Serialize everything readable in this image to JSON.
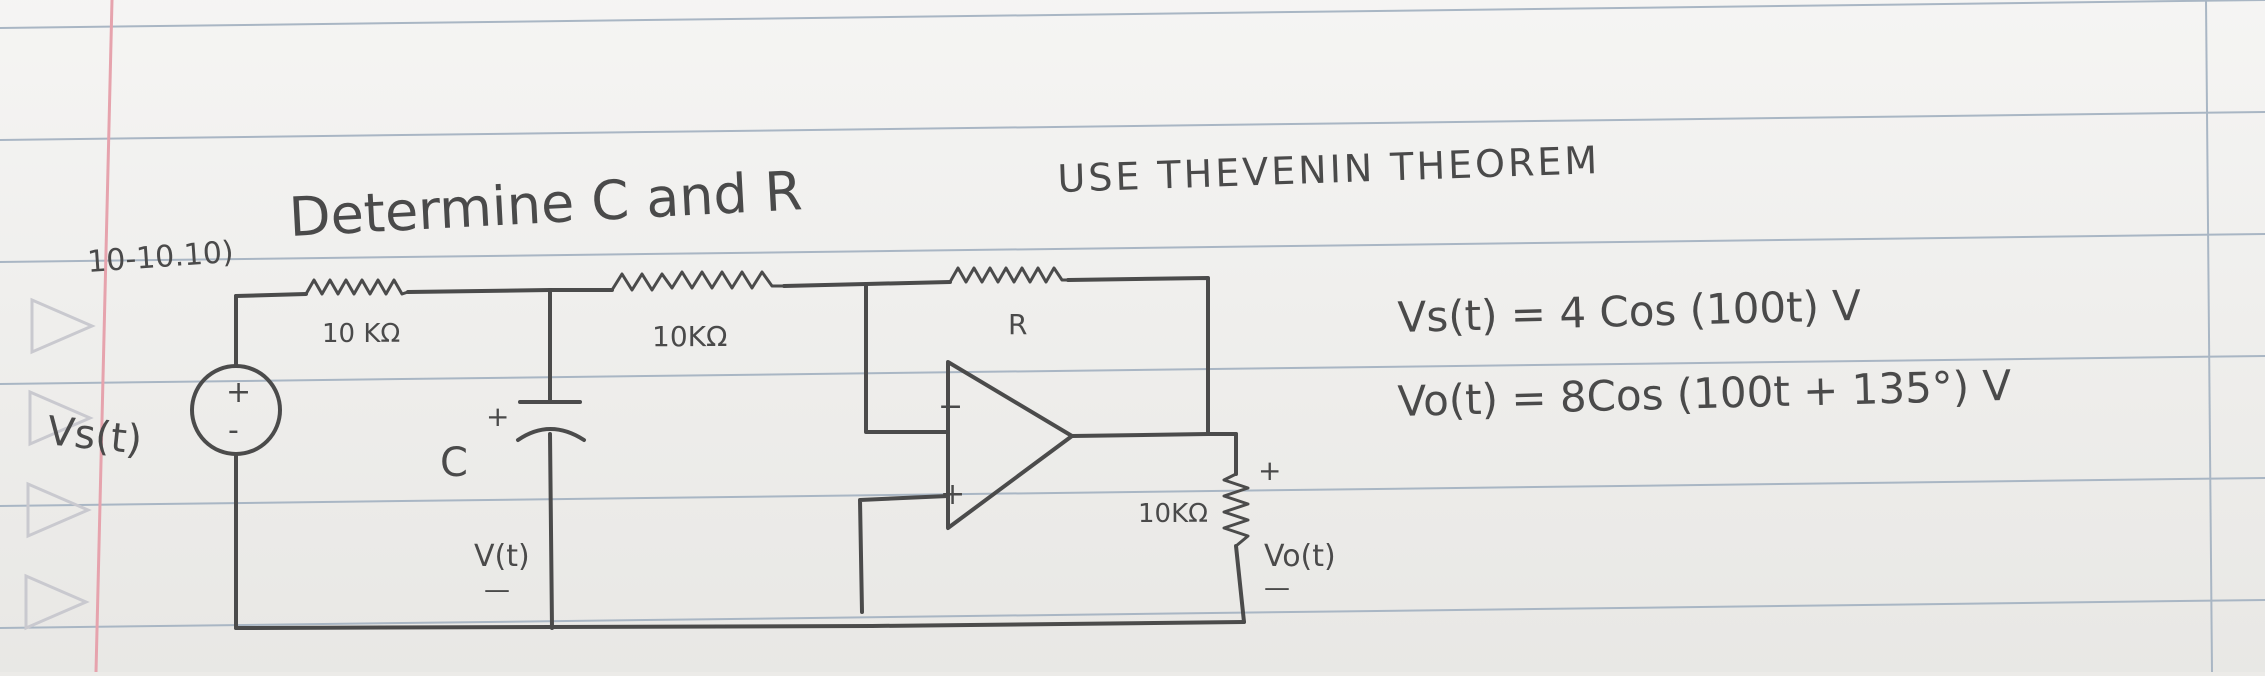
{
  "problem": {
    "number": "10-10.10)",
    "prompt": "Determine C and R",
    "method": "USE THEVENIN THEOREM"
  },
  "circuit": {
    "source_label": "Vs(t)",
    "source_plus": "+",
    "source_minus": "-",
    "r1_label": "10 KΩ",
    "r2_label": "10KΩ",
    "rf_label": "R",
    "cap_label": "C",
    "cap_plus": "+",
    "vc_label": "V(t)",
    "vc_minus": "—",
    "opamp_minus": "−",
    "opamp_plus": "+",
    "rl_label": "10KΩ",
    "vo_plus": "+",
    "vo_label": "Vo(t)",
    "vo_minus": "—"
  },
  "given": {
    "vs": "Vs(t) = 4 Cos (100t) V",
    "vo": "Vo(t) = 8Cos (100t + 135°) V"
  }
}
